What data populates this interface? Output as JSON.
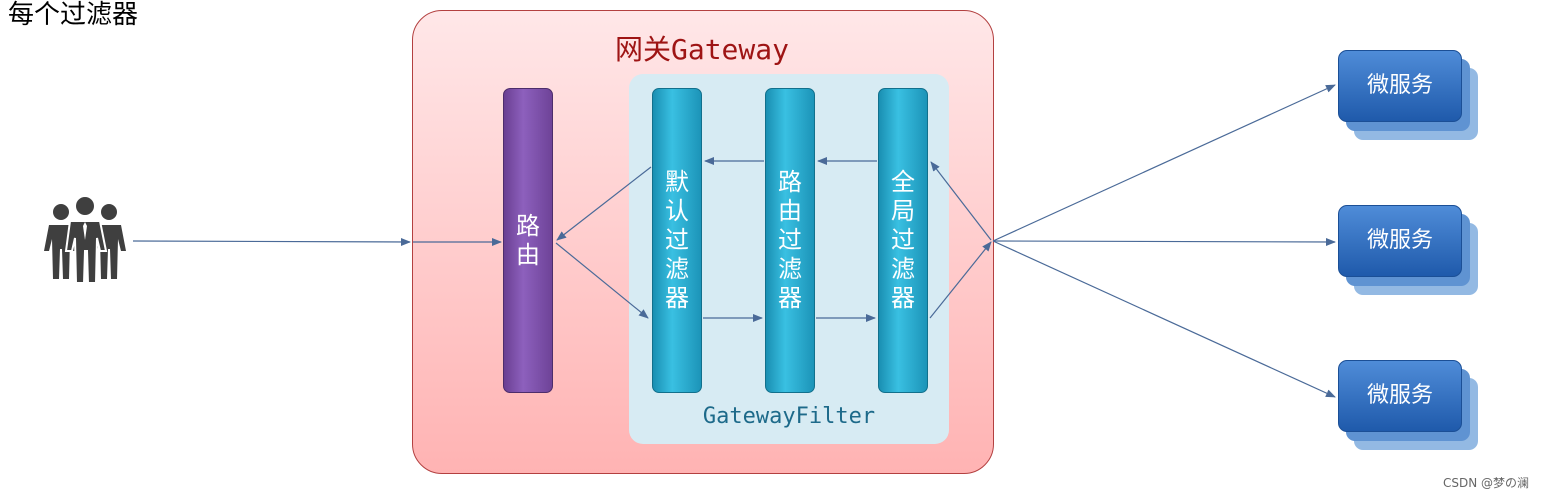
{
  "page_title": "每个过滤器",
  "gateway": {
    "title": "网关Gateway",
    "route_bar_label": "路由",
    "filter_panel_label": "GatewayFilter",
    "filters": [
      "默认过滤器",
      "路由过滤器",
      "全局过滤器"
    ]
  },
  "microservices": [
    "微服务",
    "微服务",
    "微服务"
  ],
  "watermark": "CSDN @梦の澜",
  "icons": {
    "users": "people-group-icon"
  },
  "colors": {
    "gateway_border": "#b34040",
    "route_bar": "#8d60bd",
    "filter_bar": "#39c0e2",
    "microservice": "#2f6fc4",
    "arrow": "#4a6a98"
  }
}
